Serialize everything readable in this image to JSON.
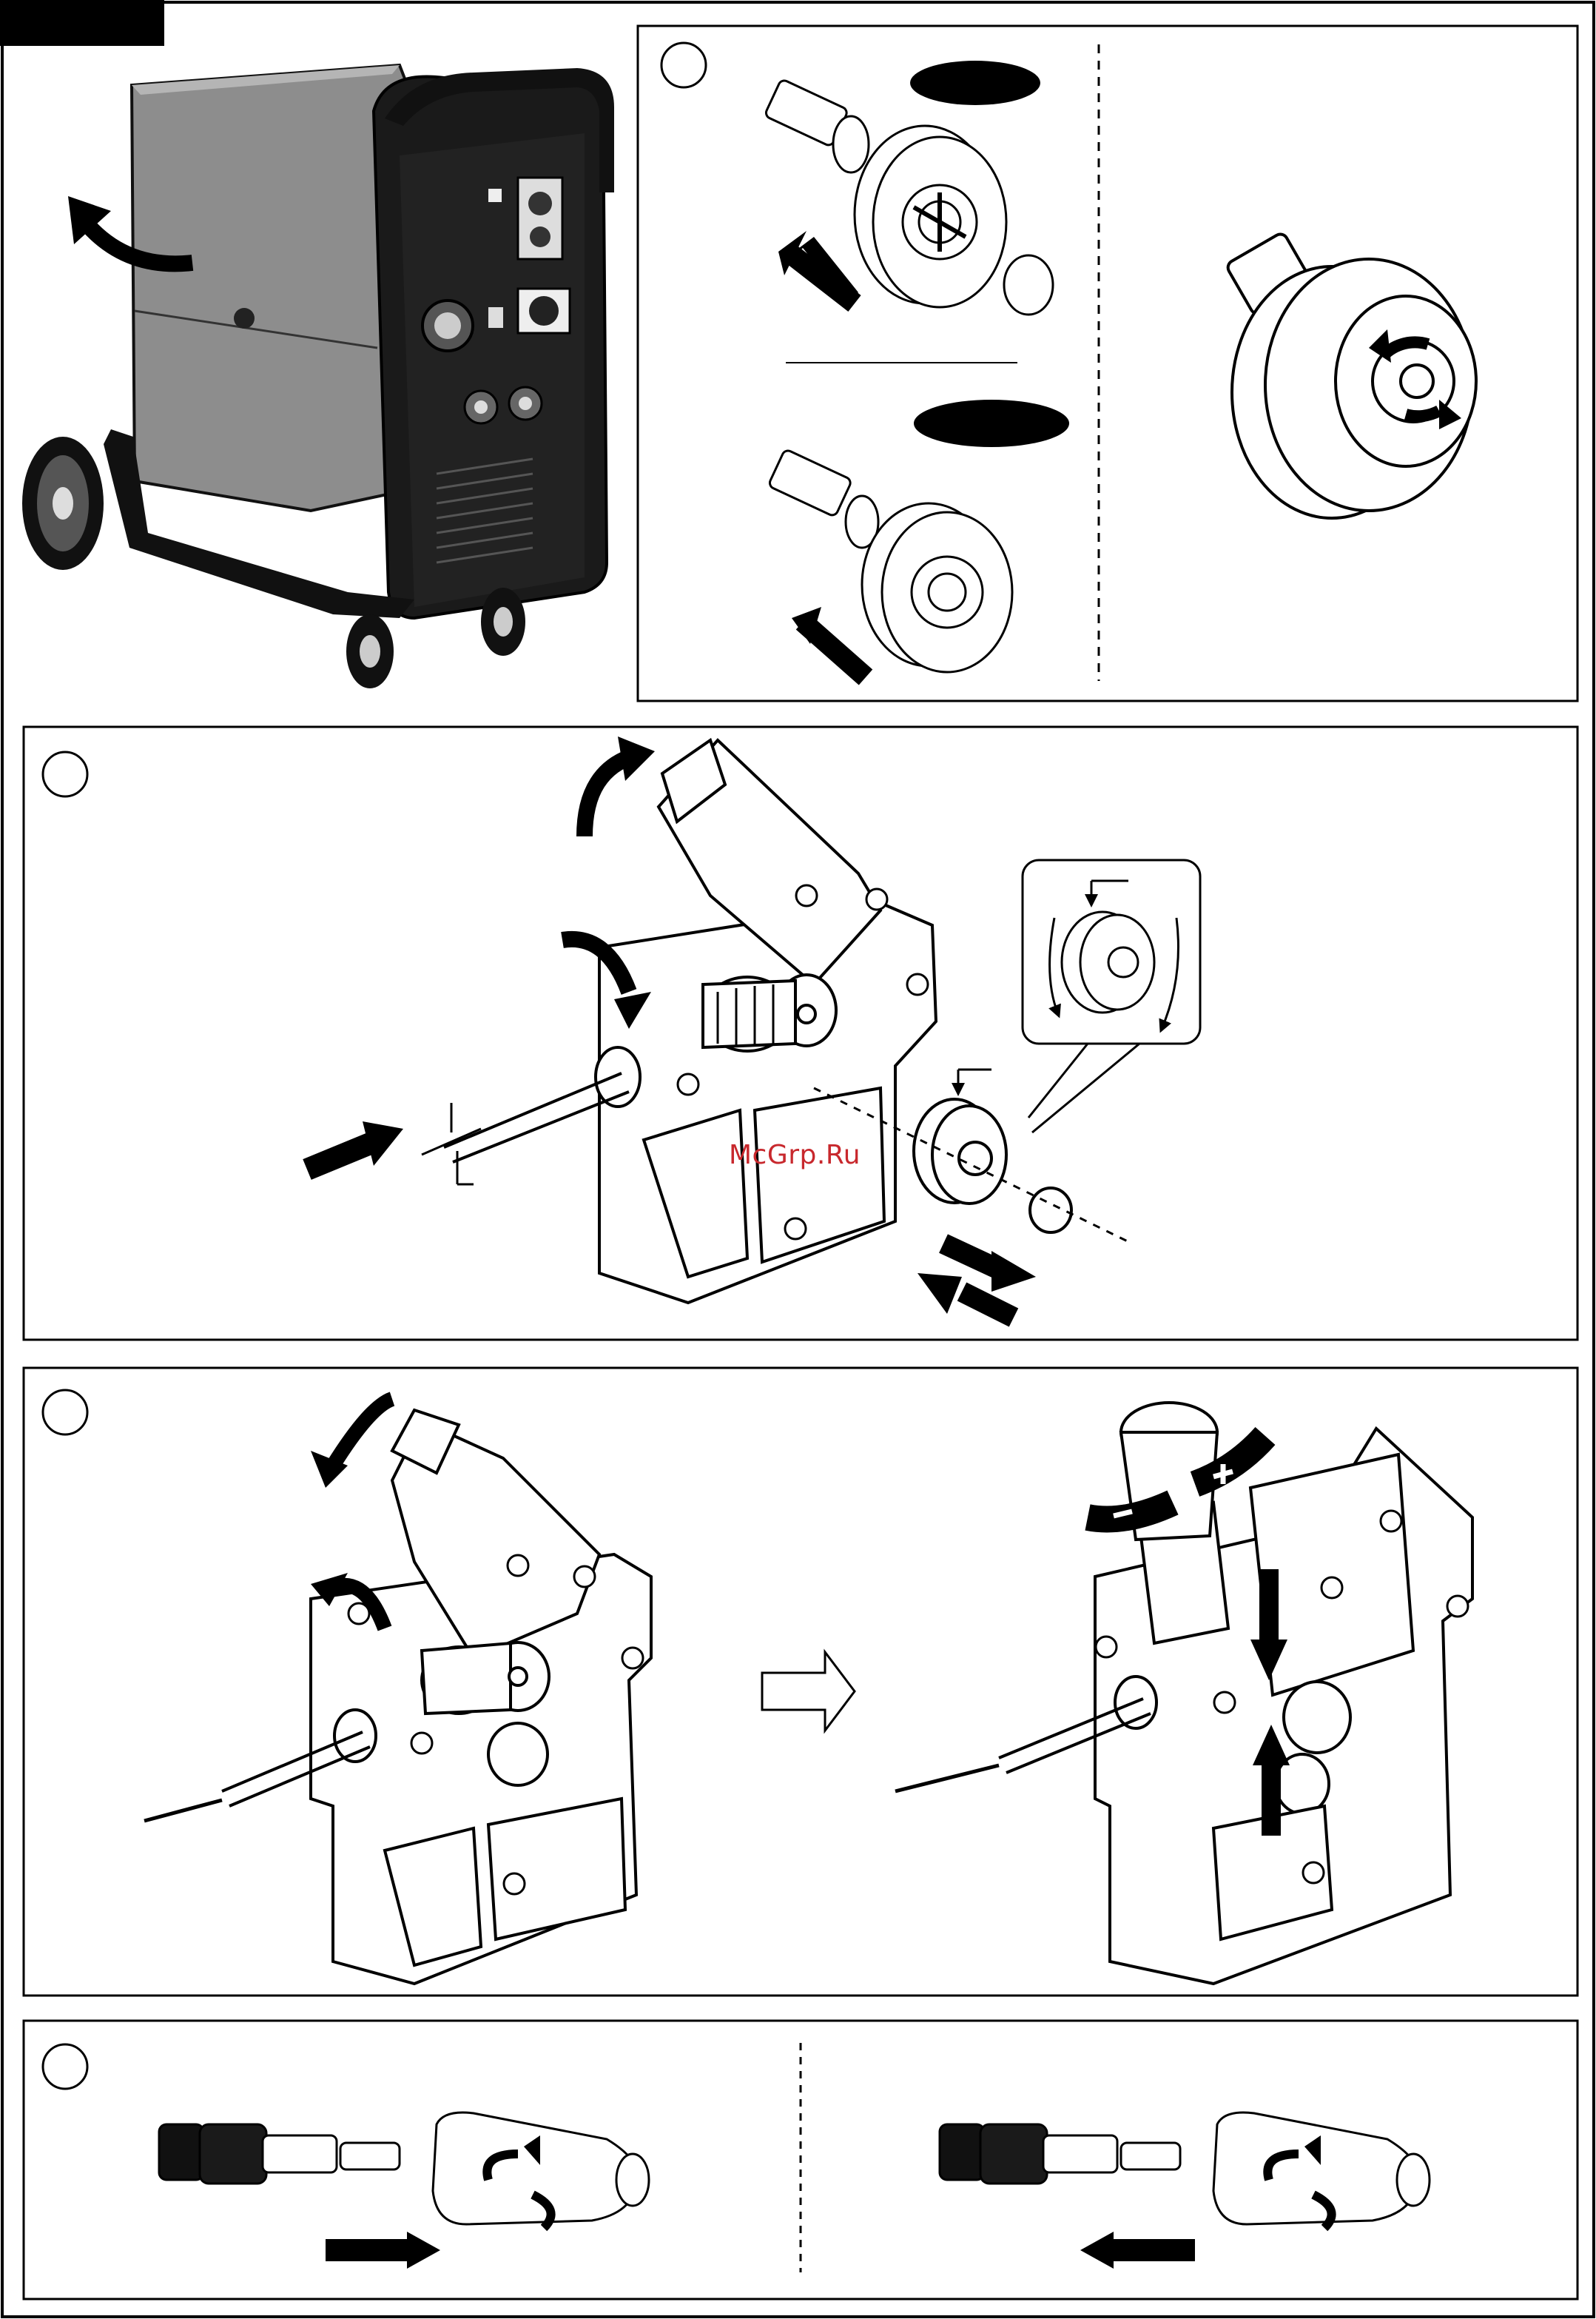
{
  "watermark": "McGrp.Ru",
  "panels": [
    {
      "id": "panel-spool-mount",
      "has_step_circle": true
    },
    {
      "id": "panel-feed-roller",
      "has_step_circle": true
    },
    {
      "id": "panel-wire-threading",
      "has_step_circle": true
    },
    {
      "id": "panel-torch-tip",
      "has_step_circle": true
    }
  ],
  "icons": [
    "curved-arrow-icon",
    "straight-arrow-icon",
    "hollow-arrow-icon",
    "minus-icon",
    "plus-icon"
  ],
  "colors": {
    "ink": "#000000",
    "paper": "#ffffff",
    "machine-gray": "#8a8a8a",
    "watermark": "#c8282d"
  }
}
